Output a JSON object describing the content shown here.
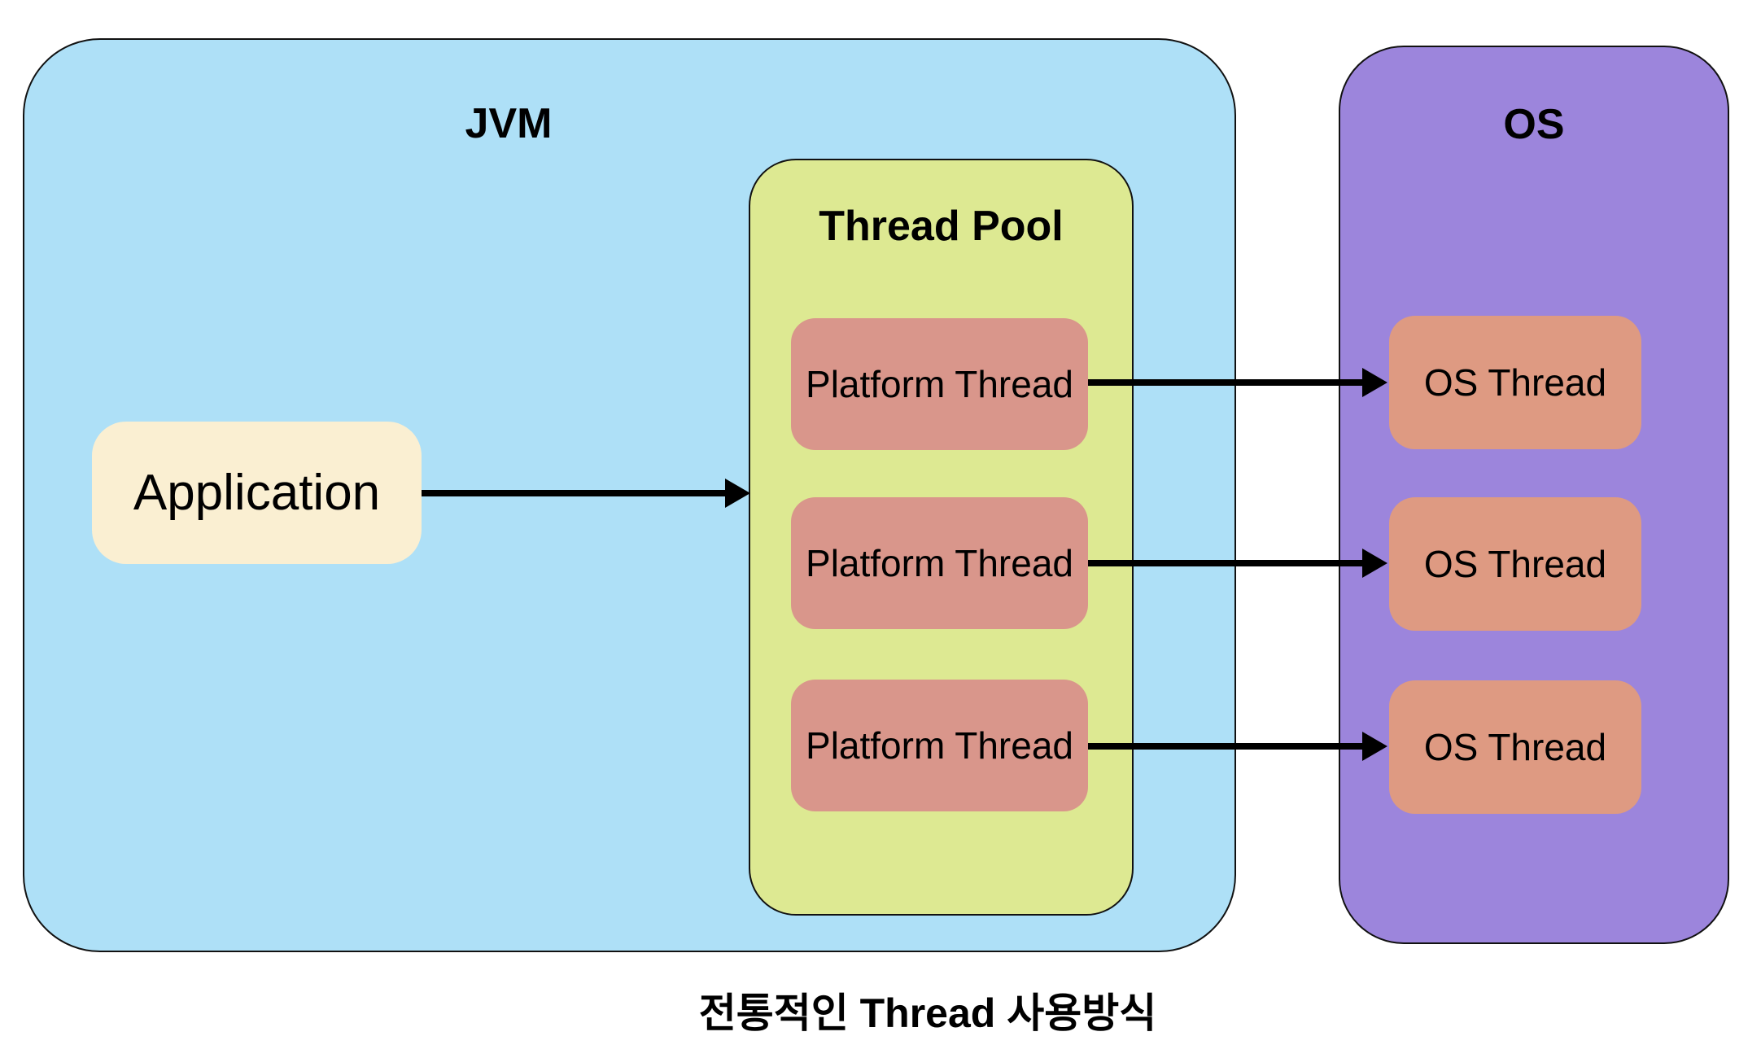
{
  "caption": "전통적인 Thread 사용방식",
  "jvm": {
    "label": "JVM",
    "application": {
      "label": "Application"
    },
    "thread_pool": {
      "label": "Thread Pool",
      "threads": [
        {
          "label": "Platform Thread"
        },
        {
          "label": "Platform Thread"
        },
        {
          "label": "Platform Thread"
        }
      ]
    }
  },
  "os": {
    "label": "OS",
    "threads": [
      {
        "label": "OS Thread"
      },
      {
        "label": "OS Thread"
      },
      {
        "label": "OS Thread"
      }
    ]
  },
  "colors": {
    "background": "#FFFFFF",
    "jvm_fill": "#AEE0F7",
    "thread_pool_fill": "#DDE992",
    "platform_thread_fill": "#D9968B",
    "os_fill": "#9C85DC",
    "os_thread_fill": "#DE9A82",
    "application_fill": "#FAEFD2",
    "outline": "#111111",
    "arrow": "#000000",
    "text": "#000000"
  }
}
